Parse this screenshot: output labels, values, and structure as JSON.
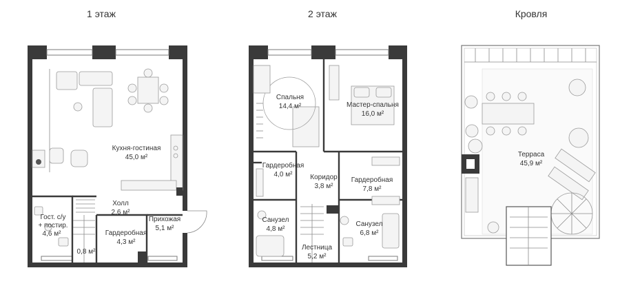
{
  "floors": [
    {
      "title": "1 этаж",
      "rooms": [
        {
          "name": "Кухня-гостиная",
          "area": "45,0 м²"
        },
        {
          "name": "Холл",
          "area": "2,6 м²"
        },
        {
          "name": "Прихожая",
          "area": "5,1 м²"
        },
        {
          "name": "Гардеробная",
          "area": "4,3 м²"
        },
        {
          "name": "Гост. с/у",
          "name2": "+ постир.",
          "area": "4,6 м²"
        },
        {
          "name": "",
          "area": "0,8 м²"
        }
      ]
    },
    {
      "title": "2 этаж",
      "rooms": [
        {
          "name": "Спальня",
          "area": "14,4 м²"
        },
        {
          "name": "Мастер-спальня",
          "area": "16,0 м²"
        },
        {
          "name": "Гардеробная",
          "area": "4,0 м²"
        },
        {
          "name": "Коридор",
          "area": "3,8 м²"
        },
        {
          "name": "Гардеробная",
          "area": "7,8 м²"
        },
        {
          "name": "Санузел",
          "area": "4,8 м²"
        },
        {
          "name": "Санузел",
          "area": "6,8 м²"
        },
        {
          "name": "Лестница",
          "area": "5,2 м²"
        }
      ]
    },
    {
      "title": "Кровля",
      "rooms": [
        {
          "name": "Терраса",
          "area": "45,9 м²"
        }
      ]
    }
  ]
}
